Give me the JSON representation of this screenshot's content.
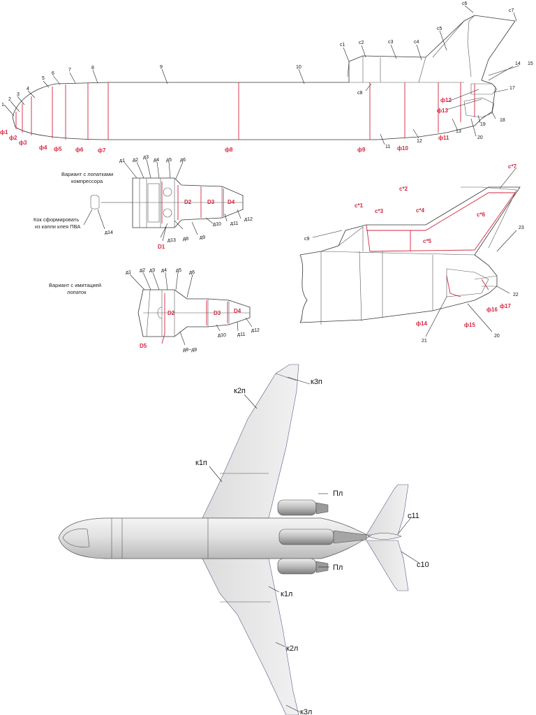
{
  "side_view": {
    "labels_black": [
      "1",
      "2",
      "3",
      "4",
      "5",
      "6",
      "7",
      "8",
      "9",
      "10",
      "с1",
      "с2",
      "с3",
      "с4",
      "с5",
      "с6",
      "с7",
      "с8",
      "11",
      "12",
      "13",
      "14",
      "15",
      "17",
      "18",
      "19",
      "20"
    ],
    "labels_red": [
      "ф1",
      "ф2",
      "ф3",
      "ф4",
      "ф5",
      "ф6",
      "ф7",
      "ф8",
      "ф9",
      "ф10",
      "ф11",
      "ф12",
      "ф13"
    ]
  },
  "engine_compressor": {
    "caption_line1": "Вариант с лопатками",
    "caption_line2": "компрессора",
    "cone_note_line1": "Кок сформировать",
    "cone_note_line2": "из капли клея ПВА",
    "labels_black": [
      "д1",
      "д2",
      "д3",
      "д4",
      "д5",
      "д6",
      "д8",
      "д9",
      "д10",
      "д11",
      "д12",
      "д13",
      "д14"
    ],
    "labels_red": [
      "D1",
      "D2",
      "D3",
      "D4"
    ]
  },
  "engine_imitation": {
    "caption_line1": "Вариант с имитацией",
    "caption_line2": "лопаток",
    "labels_black": [
      "д1",
      "д2",
      "д3",
      "д4",
      "д5",
      "д6",
      "д8~д9",
      "д10",
      "д11",
      "д12"
    ],
    "labels_red": [
      "D2",
      "D3",
      "D4",
      "D5"
    ]
  },
  "tail_detail": {
    "labels_black": [
      "с9",
      "23",
      "22",
      "21",
      "20"
    ],
    "labels_red": [
      "с*1",
      "с*2",
      "с*3",
      "с*4",
      "с*5",
      "с*6",
      "с*7",
      "ф14",
      "ф15",
      "ф16",
      "ф17"
    ]
  },
  "plan_view": {
    "labels": [
      "к3п",
      "к2п",
      "к1п",
      "Пл",
      "с11",
      "Пл",
      "с10",
      "к1л",
      "к2л",
      "к3л"
    ]
  }
}
